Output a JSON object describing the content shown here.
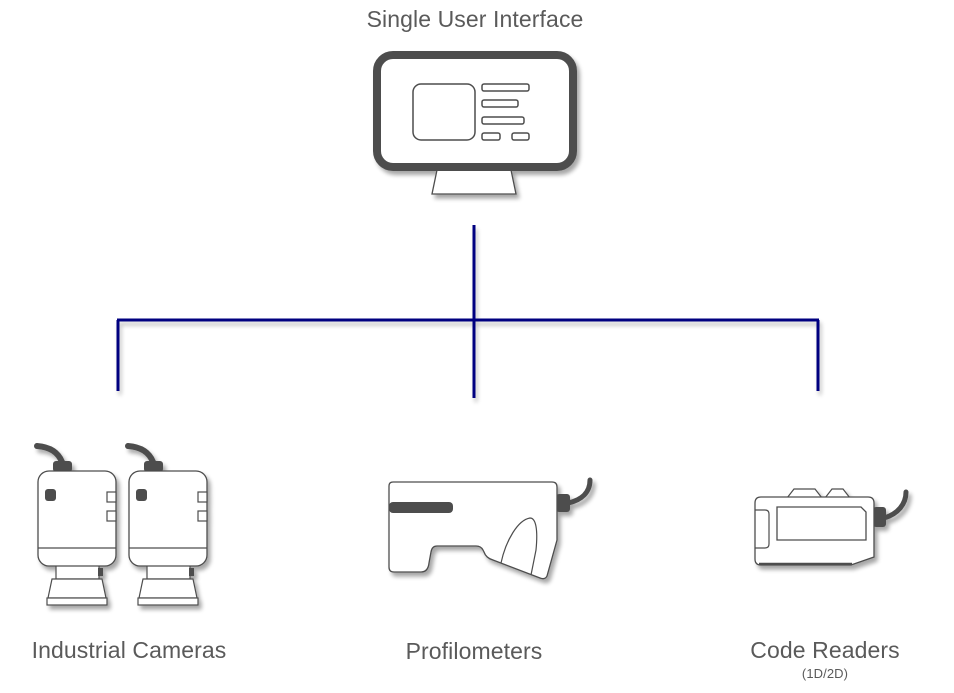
{
  "diagram": {
    "title": "Single User Interface",
    "hub": {
      "name": "Single User Interface",
      "icon": "monitor-icon"
    },
    "connector_color": "#000080",
    "icon_stroke_color": "#4d4d4d",
    "devices": [
      {
        "label": "Industrial Cameras",
        "sublabel": "",
        "icon": "industrial-camera-icon"
      },
      {
        "label": "Profilometers",
        "sublabel": "",
        "icon": "profilometer-icon"
      },
      {
        "label": "Code Readers",
        "sublabel": "(1D/2D)",
        "icon": "code-reader-icon"
      }
    ]
  }
}
